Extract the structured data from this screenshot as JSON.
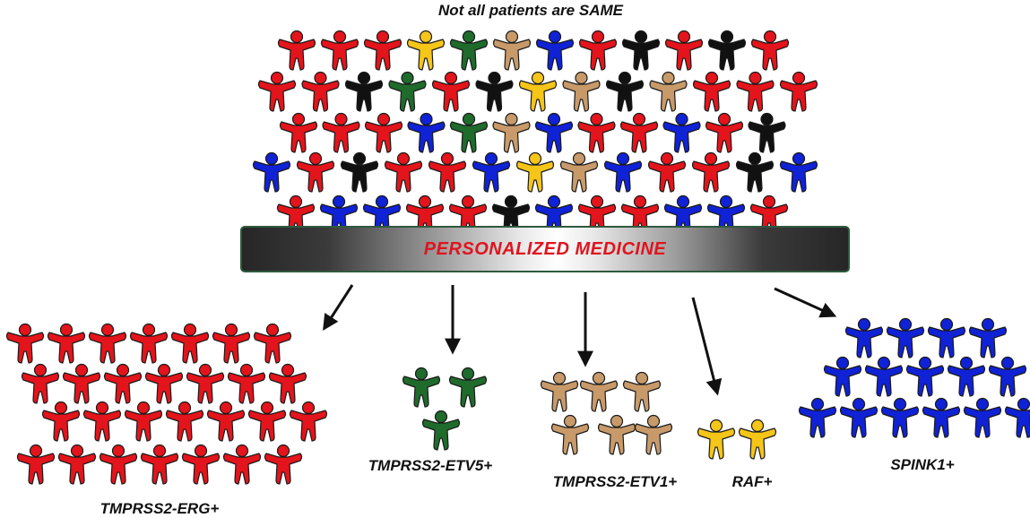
{
  "title": "Not all patients are SAME",
  "banner": "PERSONALIZED MEDICINE",
  "colors": {
    "red": "#e3141b",
    "yellow": "#f5c518",
    "green": "#1f6b2c",
    "tan": "#c89a6a",
    "blue": "#1022d6",
    "black": "#111111",
    "outline": "#1a1a1a",
    "banner_border": "#2e5a3e",
    "banner_text": "#e0141e"
  },
  "crowd": [
    [
      "red",
      "red",
      "red",
      "yellow",
      "green",
      "tan",
      "blue",
      "red",
      "black",
      "red",
      "black",
      "red"
    ],
    [
      "red",
      "red",
      "black",
      "green",
      "red",
      "black",
      "yellow",
      "tan",
      "black",
      "tan",
      "red",
      "red",
      "red"
    ],
    [
      "red",
      "red",
      "red",
      "blue",
      "green",
      "tan",
      "blue",
      "red",
      "red",
      "blue",
      "red",
      "black"
    ],
    [
      "blue",
      "red",
      "black",
      "red",
      "red",
      "blue",
      "yellow",
      "tan",
      "blue",
      "red",
      "red",
      "black",
      "blue"
    ],
    [
      "red",
      "blue",
      "blue",
      "red",
      "red",
      "black",
      "blue",
      "red",
      "red",
      "blue",
      "blue",
      "red"
    ]
  ],
  "groups": [
    {
      "label": "TMPRSS2-ERG+",
      "color": "red",
      "count": 28
    },
    {
      "label": "TMPRSS2-ETV5+",
      "color": "green",
      "count": 3
    },
    {
      "label": "TMPRSS2-ETV1+",
      "color": "tan",
      "count": 6
    },
    {
      "label": "RAF+",
      "color": "yellow",
      "count": 2
    },
    {
      "label": "SPINK1+",
      "color": "blue",
      "count": 15
    }
  ]
}
